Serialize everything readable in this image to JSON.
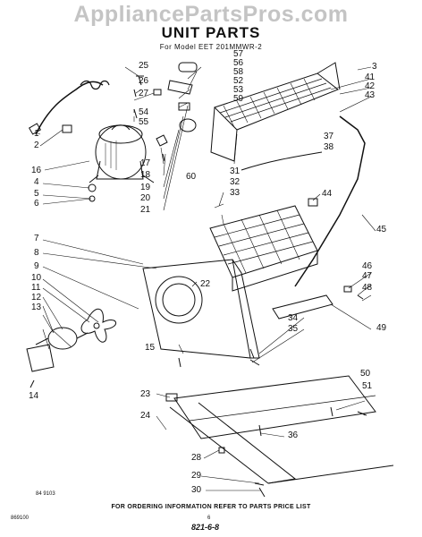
{
  "watermark": "AppliancePartsPros.com",
  "title": "UNIT PARTS",
  "subtitle": "For Model EET 201MMWR-2",
  "footer_note": "FOR ORDERING INFORMATION REFER TO PARTS PRICE LIST",
  "page_code_left": "869100",
  "page_number": "6",
  "figure_code": "84 9103",
  "handwritten_code": "821-6-8",
  "callouts": [
    "1",
    "2",
    "3",
    "4",
    "5",
    "6",
    "7",
    "8",
    "9",
    "10",
    "11",
    "12",
    "13",
    "14",
    "15",
    "16",
    "17",
    "18",
    "19",
    "20",
    "21",
    "22",
    "23",
    "24",
    "25",
    "26",
    "27",
    "28",
    "29",
    "30",
    "31",
    "32",
    "33",
    "34",
    "35",
    "36",
    "37",
    "38",
    "41",
    "42",
    "43",
    "44",
    "45",
    "46",
    "47",
    "48",
    "49",
    "50",
    "51",
    "52",
    "53",
    "54",
    "55",
    "56",
    "57",
    "58",
    "59",
    "60"
  ]
}
